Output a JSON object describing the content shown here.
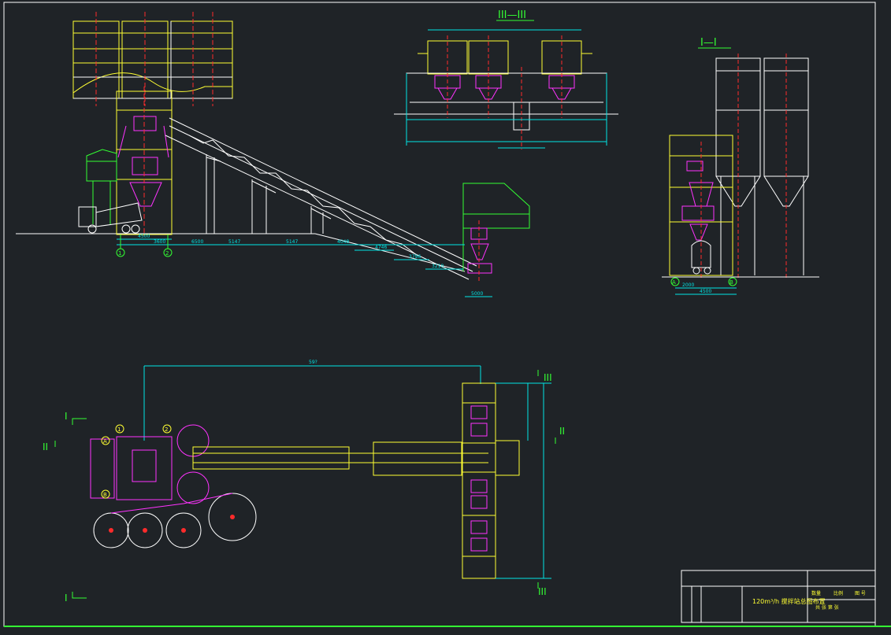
{
  "colors": {
    "background": "#1f2327",
    "frame": "#ffffff",
    "structure": "#ffffff",
    "steel": "#ffffff",
    "dimension": "#00e5e5",
    "centerline": "#ff2b2b",
    "equipment": "#ff33ff",
    "silo": "#ffff33",
    "foundation": "#33ff33",
    "label": "#33ff33"
  },
  "section_labels": {
    "section_3": "III—III",
    "section_1": "I—I",
    "cut_I_top": "I",
    "cut_I_bottom": "I",
    "cut_II_left": "II",
    "cut_II_right": "II",
    "cut_III_top": "III",
    "cut_III_bottom": "III"
  },
  "axis_markers": {
    "elev_1": "1",
    "elev_2": "2",
    "plan_1": "1",
    "plan_2": "2",
    "plan_A": "A",
    "plan_B": "B",
    "side_A": "A",
    "side_B": "B"
  },
  "dimensions": {
    "elev_base_left": "4500",
    "elev_base_mid": "3600",
    "span_1": "6500",
    "span_2": "5147",
    "span_3": "5147",
    "span_4": "4048",
    "span_5": "4746",
    "span_6": "3796",
    "span_7": "3210",
    "span_8": "5000",
    "side_base_left": "2000",
    "side_base_right": "4500",
    "plan_overall": "59?"
  },
  "title_block": {
    "title": "120m³/h 搅拌站总图布置",
    "mark_1": "数量",
    "mark_2": "比例",
    "mark_3": "图 号",
    "sheet": "共  张  第  张"
  }
}
